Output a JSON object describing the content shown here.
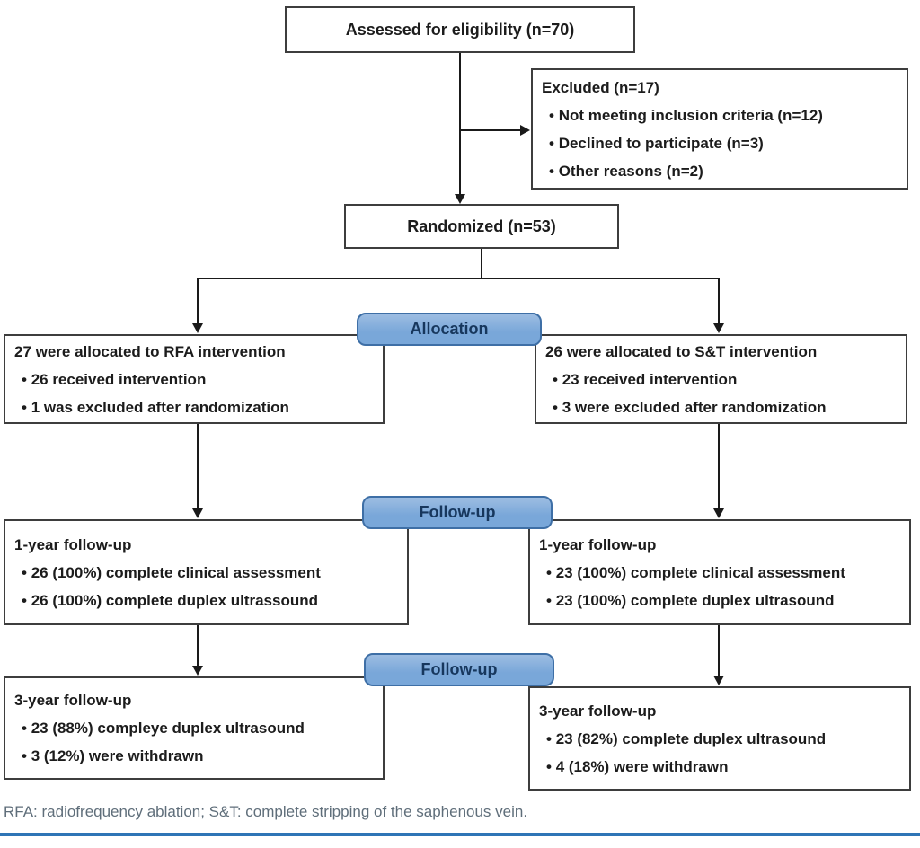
{
  "flow": {
    "assessed": {
      "text": "Assessed for eligibility (n=70)"
    },
    "excluded": {
      "title": "Excluded (n=17)",
      "items": [
        "Not meeting inclusion criteria (n=12)",
        "Declined to participate (n=3)",
        "Other reasons (n=2)"
      ]
    },
    "randomized": {
      "text": "Randomized (n=53)"
    },
    "allocation_label": "Allocation",
    "alloc_left": {
      "title": "27 were allocated to RFA intervention",
      "items": [
        "26 received intervention",
        "1 was excluded after randomization"
      ]
    },
    "alloc_right": {
      "title": "26 were allocated to S&T intervention",
      "items": [
        "23 received intervention",
        "3 were excluded after randomization"
      ]
    },
    "followup1_label": "Follow-up",
    "fu1_left": {
      "title": "1-year follow-up",
      "items": [
        "26 (100%) complete clinical assessment",
        "26 (100%) complete duplex ultrassound"
      ]
    },
    "fu1_right": {
      "title": "1-year follow-up",
      "items": [
        "23 (100%) complete clinical assessment",
        "23 (100%) complete duplex ultrasound"
      ]
    },
    "followup2_label": "Follow-up",
    "fu2_left": {
      "title": "3-year follow-up",
      "items": [
        "23 (88%) compleye duplex ultrasound",
        "3 (12%) were withdrawn"
      ]
    },
    "fu2_right": {
      "title": "3-year follow-up",
      "items": [
        "23 (82%) complete duplex ultrasound",
        "4 (18%) were withdrawn"
      ]
    },
    "caption": "RFA: radiofrequency ablation; S&T: complete stripping of the saphenous vein."
  },
  "colors": {
    "pill_fill": "#79a7d9",
    "pill_border": "#3e6fa6",
    "pill_text": "#17375d",
    "caption_color": "#5f6e7a",
    "bottom_rule": "#2e75b6"
  }
}
